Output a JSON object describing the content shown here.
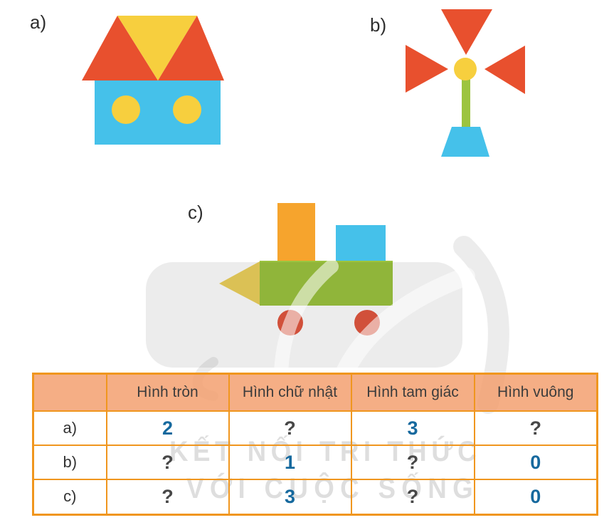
{
  "page": {
    "type": "math-textbook-exercise",
    "background": "#ffffff"
  },
  "labels": {
    "a": "a)",
    "b": "b)",
    "c": "c)"
  },
  "palette": {
    "red": "#E8502E",
    "red_soft": "#E2573F",
    "yellow": "#F7CF3E",
    "yellow_soft": "#EDD15C",
    "blue": "#45C1EA",
    "green": "#9CC43F",
    "orange": "#F6A42D",
    "table_border": "#F0961E",
    "header_bg": "rgba(243,160,112,0.85)",
    "answer_blue": "#16699E",
    "unknown_gray": "#474747",
    "watermark_gray": "rgba(0,0,0,0.075)",
    "watermark_vein": "rgba(255,255,255,0.55)",
    "watermark_text": "rgba(0,0,0,0.13)"
  },
  "figures": {
    "a": {
      "label": "a)",
      "name": "house",
      "parts": [
        "red roof triangle left",
        "yellow roof triangle center (inverted)",
        "red roof triangle right",
        "blue rectangle body",
        "yellow circle left",
        "yellow circle right"
      ]
    },
    "b": {
      "label": "b)",
      "name": "pinwheel-flower",
      "parts": [
        "red triangle top (inverted)",
        "red triangle left",
        "red triangle right",
        "yellow circle center",
        "green rectangle stem",
        "blue trapezoid base"
      ]
    },
    "c": {
      "label": "c)",
      "name": "boat",
      "parts": [
        "orange rectangle chimney",
        "blue rectangle cabin",
        "green rectangle hull",
        "yellow triangle bow",
        "red circle wheel left",
        "red circle wheel right"
      ]
    }
  },
  "watermark": {
    "line1": "KẾT NỐI TRI THỨC",
    "line2": "VỚI CUỘC SỐNG"
  },
  "table": {
    "headers": [
      "",
      "Hình tròn",
      "Hình chữ nhật",
      "Hình tam giác",
      "Hình vuông"
    ],
    "rows": [
      {
        "label": "a)",
        "values": [
          "2",
          "?",
          "3",
          "?"
        ]
      },
      {
        "label": "b)",
        "values": [
          "?",
          "1",
          "?",
          "0"
        ]
      },
      {
        "label": "c)",
        "values": [
          "?",
          "3",
          "?",
          "0"
        ]
      }
    ]
  }
}
